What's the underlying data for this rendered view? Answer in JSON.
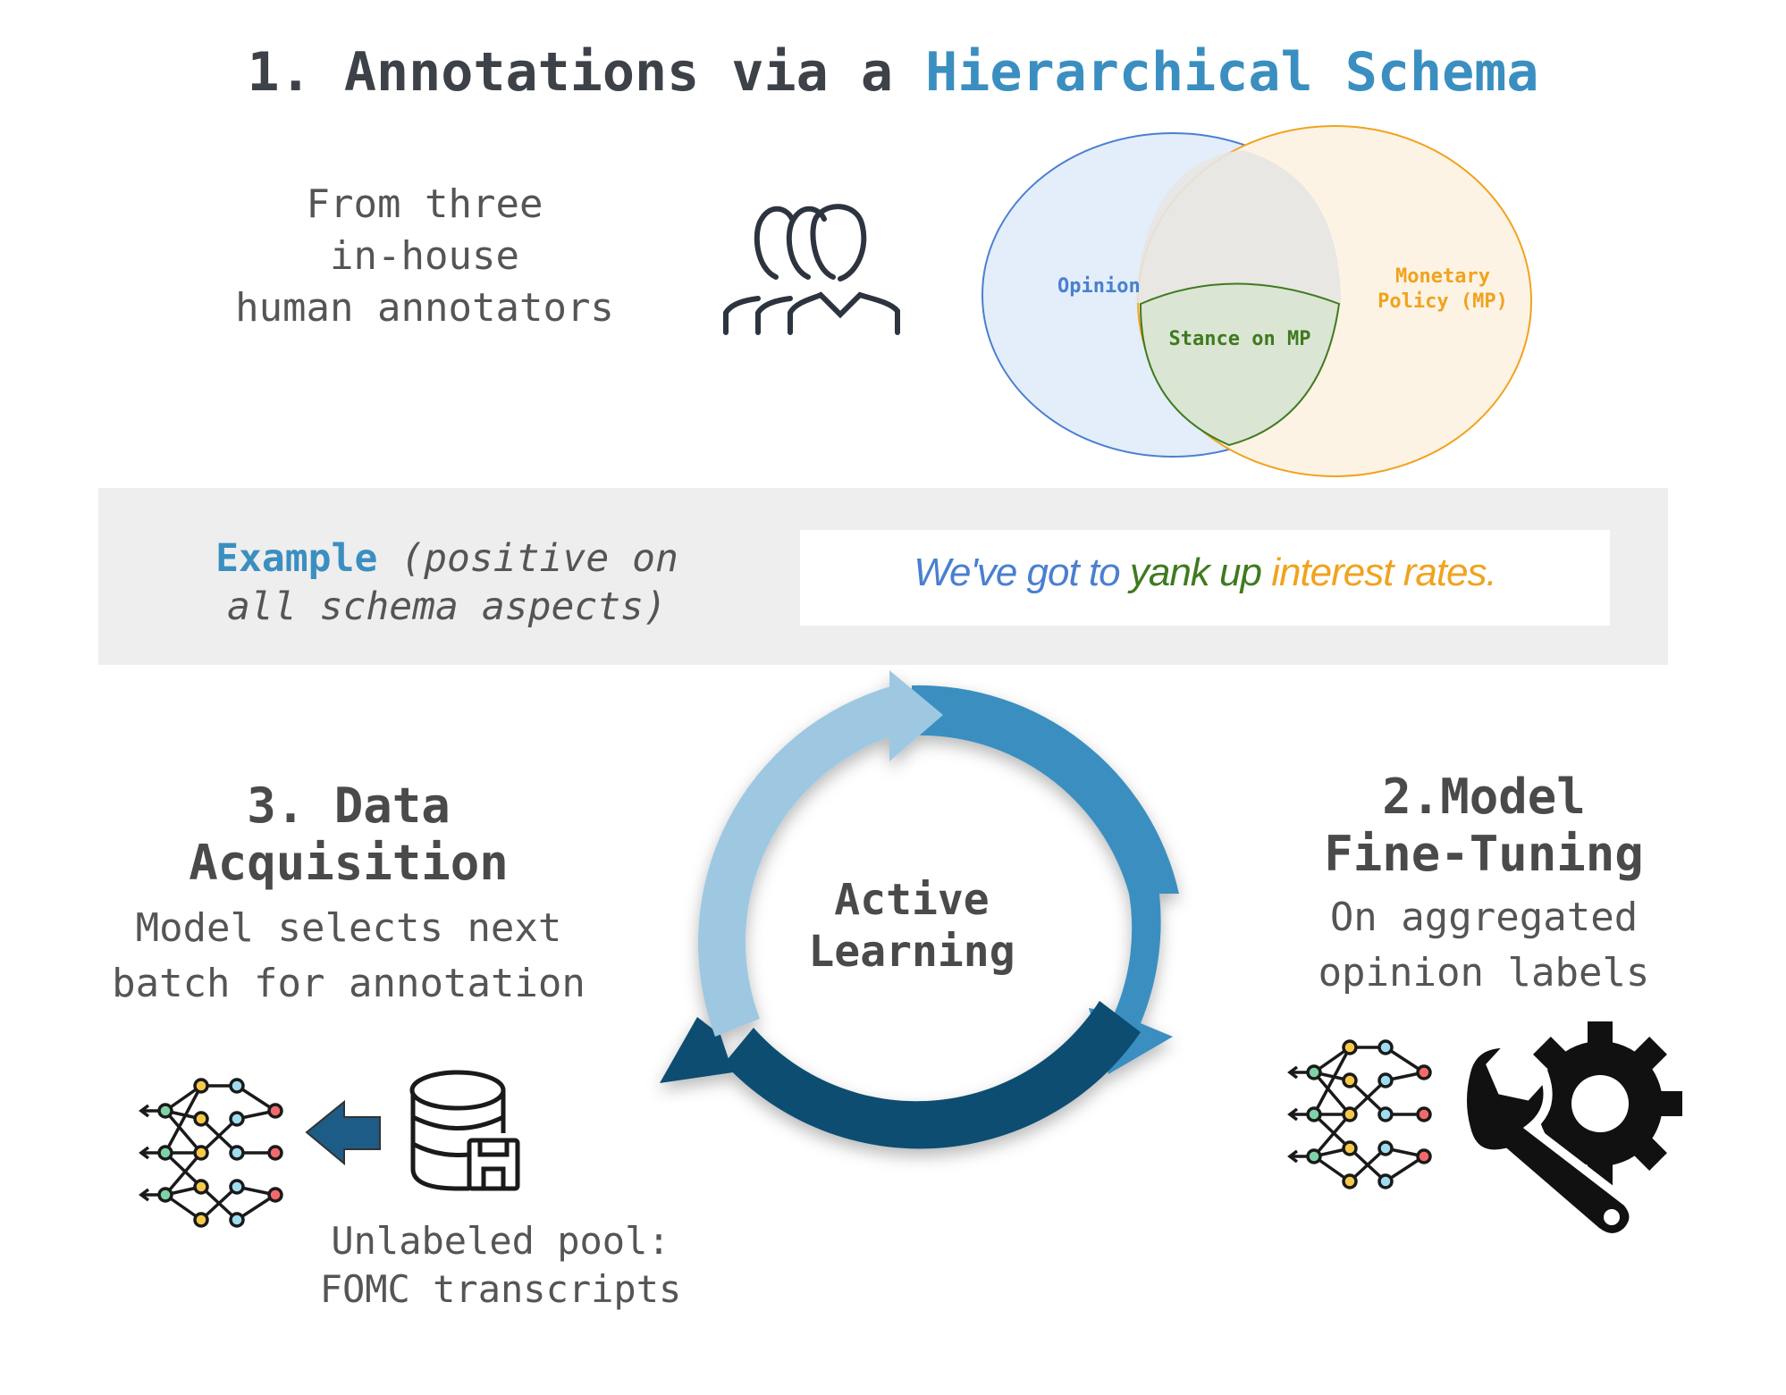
{
  "title": {
    "prefix": "1. Annotations via a ",
    "highlight": "Hierarchical Schema"
  },
  "annotators": {
    "line1": "From three",
    "line2": "in-house",
    "line3": "human annotators"
  },
  "venn": {
    "opinion": "Opinion",
    "mp_line1": "Monetary",
    "mp_line2": "Policy (MP)",
    "stance": "Stance on MP"
  },
  "example": {
    "label": "Example",
    "note_line1": "(positive on",
    "note_line2": "all schema aspects)"
  },
  "quote": {
    "part1": "We've got to ",
    "part2": "yank up",
    "part3": " interest rates."
  },
  "cycle": {
    "line1": "Active",
    "line2": "Learning"
  },
  "step3": {
    "title_line1": "3. Data",
    "title_line2": "Acquisition",
    "desc_line1": "Model selects next",
    "desc_line2": "batch for annotation"
  },
  "step2": {
    "title_line1": "2.Model",
    "title_line2": "Fine-Tuning",
    "desc_line1": "On aggregated",
    "desc_line2": "opinion labels"
  },
  "pool": {
    "line1": "Unlabeled pool:",
    "line2": "FOMC transcripts"
  },
  "colors": {
    "accent_blue": "#3b8fc0",
    "opinion_text": "#4a7fd0",
    "mp_text": "#f0a31e",
    "stance_text": "#3f7a1f",
    "arrow_light": "#9ec8e2",
    "arrow_mid": "#3b8fc0",
    "arrow_dark": "#0f4d72"
  },
  "icons": [
    "people-icon",
    "neural-network-icon",
    "database-icon",
    "left-arrow-icon",
    "wrench-gear-icon"
  ]
}
